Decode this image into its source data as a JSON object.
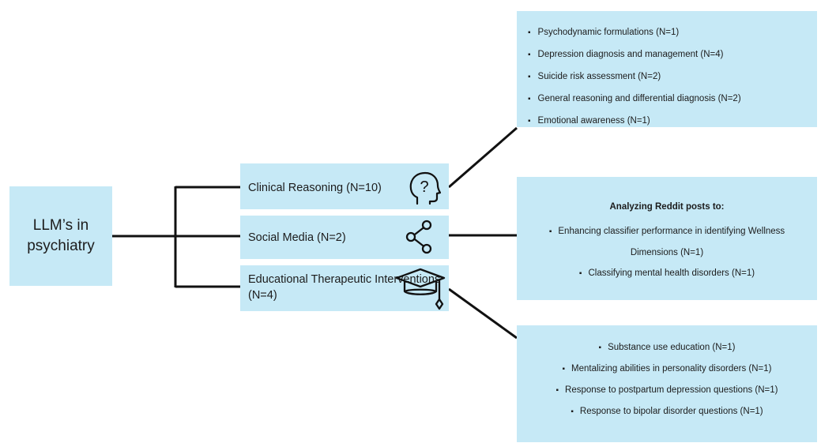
{
  "root": {
    "label": "LLM’s in psychiatry"
  },
  "categories": [
    {
      "label": "Clinical Reasoning (N=10)",
      "icon": "head-question-icon"
    },
    {
      "label": "Social Media (N=2)",
      "icon": "share-icon"
    },
    {
      "label": "Educational Therapeutic Interventions (N=4)",
      "icon": "graduation-cap-icon"
    }
  ],
  "details": {
    "clinical_reasoning": {
      "items": [
        "Psychodynamic formulations (N=1)",
        "Depression diagnosis and management (N=4)",
        "Suicide risk assessment (N=2)",
        "General reasoning and differential diagnosis (N=2)",
        "Emotional awareness (N=1)"
      ]
    },
    "social_media": {
      "heading": "Analyzing Reddit posts to:",
      "items": [
        "Enhancing classifier performance in identifying Wellness Dimensions (N=1)",
        "Classifying mental health disorders (N=1)"
      ]
    },
    "educational": {
      "items": [
        "Substance use education (N=1)",
        "Mentalizing abilities in  personality disorders (N=1)",
        "Response to postpartum depression questions (N=1)",
        "Response to bipolar disorder questions (N=1)"
      ]
    }
  },
  "colors": {
    "box_fill": "#c6e9f6",
    "line": "#111111"
  }
}
